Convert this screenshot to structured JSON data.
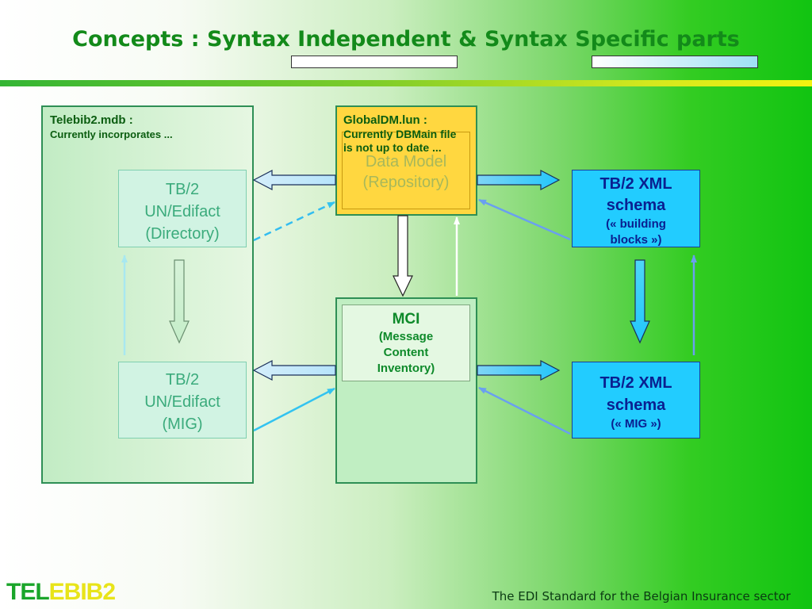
{
  "title": "Concepts : Syntax Independent & Syntax Specific parts",
  "left_panel": {
    "caption_title": "Telebib2.mdb :",
    "caption_sub": "Currently incorporates ...",
    "directory_box": {
      "line1": "TB/2",
      "line2": "UN/Edifact",
      "line3": "(Directory)"
    },
    "mig_box": {
      "line1": "TB/2",
      "line2": "UN/Edifact",
      "line3": "(MIG)"
    }
  },
  "global_box": {
    "caption_title": "GlobalDM.lun :",
    "caption_sub": "Currently DBMain file is not up to date ...",
    "inner_line1": "Data Model",
    "inner_line2": "(Repository)"
  },
  "mci_box": {
    "line1": "MCI",
    "line2": "(Message",
    "line3": "Content",
    "line4": "Inventory)"
  },
  "xml_blocks_box": {
    "line1": "TB/2 XML",
    "line2": "schema",
    "line3": "(« building",
    "line4": "blocks »)"
  },
  "xml_mig_box": {
    "line1": "TB/2 XML",
    "line2": "schema",
    "line3": "(« MIG »)"
  },
  "logo": {
    "part1": "TEL",
    "part2": "EBIB2"
  },
  "footer": "The EDI Standard for the Belgian Insurance sector",
  "colors": {
    "title_green": "#138a1a",
    "panel_border": "#2e8f55",
    "global_fill": "#ffd740",
    "xml_fill": "#22ccff",
    "light_cyan_arrow": "#a8e8f0",
    "blue_arrow": "#6a9ff0"
  }
}
